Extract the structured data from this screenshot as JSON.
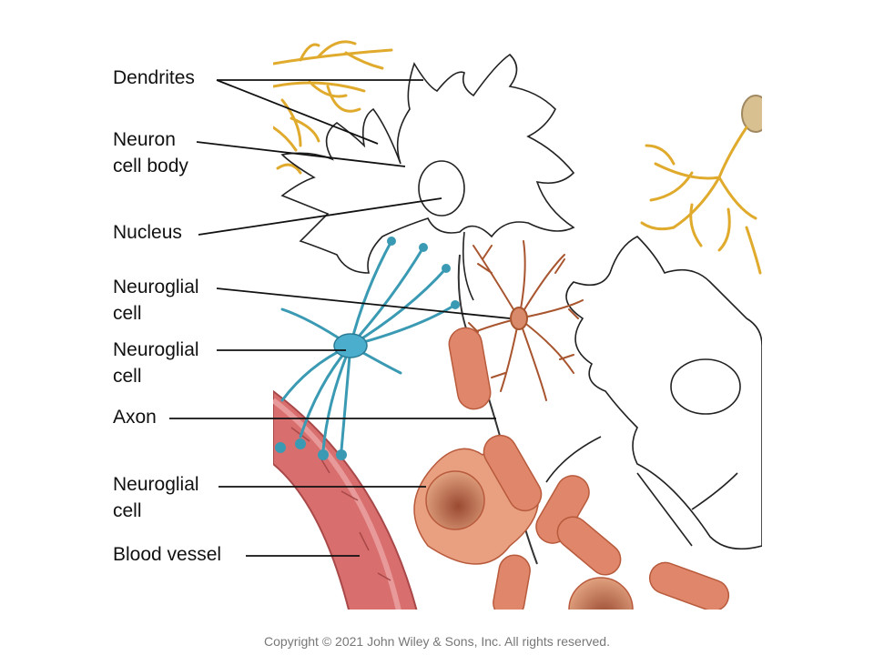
{
  "labels": {
    "dendrites": "Dendrites",
    "neuron_cell_body": "Neuron\ncell body",
    "nucleus": "Nucleus",
    "neuroglial_cell_1": "Neuroglial\ncell",
    "neuroglial_cell_2": "Neuroglial\ncell",
    "axon": "Axon",
    "neuroglial_cell_3": "Neuroglial\ncell",
    "blood_vessel": "Blood vessel"
  },
  "copyright": "Copyright © 2021 John Wiley & Sons, Inc. All rights reserved.",
  "colors": {
    "dendrite_yellow": "#e8b53a",
    "astrocyte_blue": "#3a9ab3",
    "microglia_brown": "#a8552f",
    "myelin_orange": "#e0866a",
    "vessel_red": "#d96e6e",
    "outline": "#222222"
  }
}
